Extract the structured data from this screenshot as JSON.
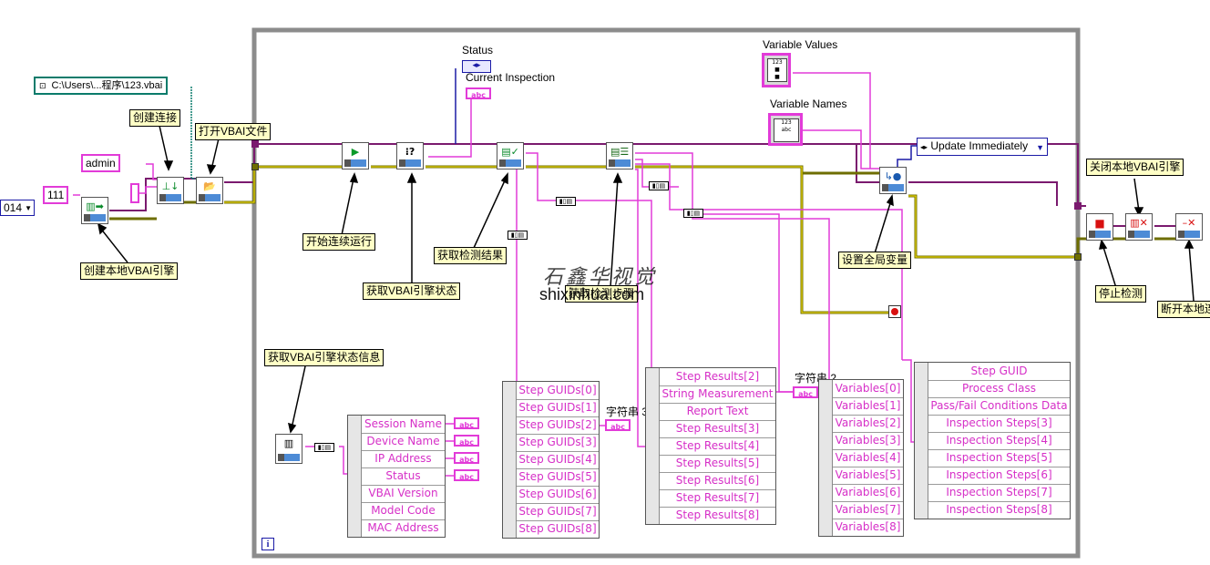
{
  "labels": {
    "create_local_engine": "创建本地VBAI引擎",
    "create_connection": "创建连接",
    "open_vbai_file": "打开VBAI文件",
    "start_continuous": "开始连续运行",
    "get_engine_status": "获取VBAI引擎状态",
    "get_inspection_results": "获取检测结果",
    "get_inspection_steps": "获取检测步骤",
    "set_global_variable": "设置全局变量",
    "stop_inspection": "停止检测",
    "close_local_engine": "关闭本地VBAI引擎",
    "disconnect_local": "断开本地连",
    "get_engine_status_info": "获取VBAI引擎状态信息"
  },
  "constants": {
    "port_ring": "014",
    "code": "111",
    "user": "admin",
    "path": "C:\\Users\\...程序\\123.vbai",
    "update_mode": "Update Immediately"
  },
  "terminals": {
    "status": "Status",
    "current_inspection": "Current Inspection",
    "variable_values": "Variable Values",
    "variable_names": "Variable Names",
    "string3": "字符串 3",
    "string2": "字符串 2"
  },
  "bundles": {
    "status_info": [
      "Session Name",
      "Device Name",
      "IP Address",
      "Status",
      "VBAI Version",
      "Model Code",
      "MAC Address"
    ],
    "step_guids": [
      "Step GUIDs[0]",
      "Step GUIDs[1]",
      "Step GUIDs[2]",
      "Step GUIDs[3]",
      "Step GUIDs[4]",
      "Step GUIDs[5]",
      "Step GUIDs[6]",
      "Step GUIDs[7]",
      "Step GUIDs[8]"
    ],
    "step_results": [
      "Step Results[2]",
      "String Measurement",
      "Report Text",
      "Step Results[3]",
      "Step Results[4]",
      "Step Results[5]",
      "Step Results[6]",
      "Step Results[7]",
      "Step Results[8]"
    ],
    "variables": [
      "Variables[0]",
      "Variables[1]",
      "Variables[2]",
      "Variables[3]",
      "Variables[4]",
      "Variables[5]",
      "Variables[6]",
      "Variables[7]",
      "Variables[8]"
    ],
    "inspection_steps": [
      "Step GUID",
      "Process Class",
      "Pass/Fail Conditions Data",
      "Inspection Steps[3]",
      "Inspection Steps[4]",
      "Inspection Steps[5]",
      "Inspection Steps[6]",
      "Inspection Steps[7]",
      "Inspection Steps[8]"
    ]
  },
  "watermark": {
    "brand": "石鑫华视觉",
    "url": "shixinhua.com"
  },
  "loop_info": "i",
  "colors": {
    "string_wire": "#e23bd8",
    "refnum_wire": "#7a1a6e",
    "error_wire": "#c8b400",
    "enum_wire": "#1a1aa6",
    "path_wire": "#0a7b6b",
    "loop_border": "#8c8c8c"
  }
}
